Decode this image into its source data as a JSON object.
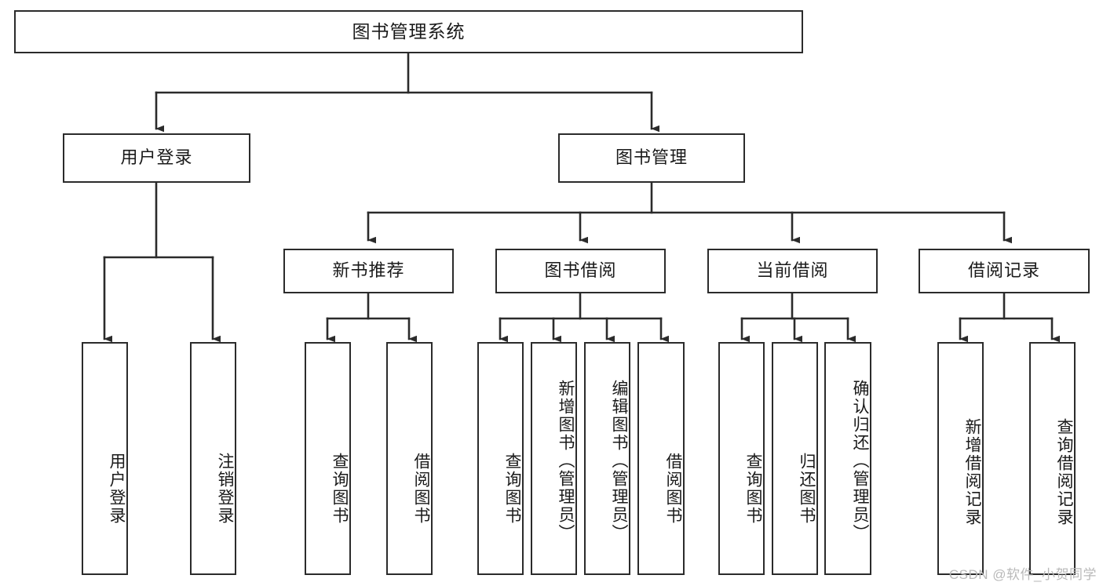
{
  "diagram": {
    "title": "图书管理系统",
    "type": "tree",
    "watermark": "CSDN @软件_小贺同学",
    "colors": {
      "box_border": "#2b2b2b",
      "box_fill": "#ffffff",
      "edge": "#2b2b2b",
      "text": "#1a1a1a",
      "watermark": "#b9b9b9"
    },
    "nodes": {
      "root": {
        "label": "图书管理系统"
      },
      "level2": [
        {
          "id": "user_login",
          "label": "用户登录"
        },
        {
          "id": "book_manage",
          "label": "图书管理"
        }
      ],
      "level3": [
        {
          "id": "new_book_rec",
          "label": "新书推荐"
        },
        {
          "id": "book_borrow",
          "label": "图书借阅"
        },
        {
          "id": "current_borrow",
          "label": "当前借阅"
        },
        {
          "id": "borrow_record",
          "label": "借阅记录"
        }
      ],
      "leaves": [
        {
          "id": "leaf_user_login",
          "label": "用户登录",
          "parent": "user_login"
        },
        {
          "id": "leaf_user_logout",
          "label": "注销登录",
          "parent": "user_login"
        },
        {
          "id": "leaf_query_book_1",
          "label": "查询图书",
          "parent": "new_book_rec"
        },
        {
          "id": "leaf_borrow_book_1",
          "label": "借阅图书",
          "parent": "new_book_rec"
        },
        {
          "id": "leaf_query_book_2",
          "label": "查询图书",
          "parent": "book_borrow"
        },
        {
          "id": "leaf_add_book",
          "label": "新增图书（管理员）",
          "parent": "book_borrow"
        },
        {
          "id": "leaf_edit_book",
          "label": "编辑图书（管理员）",
          "parent": "book_borrow"
        },
        {
          "id": "leaf_borrow_book_2",
          "label": "借阅图书",
          "parent": "book_borrow"
        },
        {
          "id": "leaf_query_book_3",
          "label": "查询图书",
          "parent": "current_borrow"
        },
        {
          "id": "leaf_return_book",
          "label": "归还图书",
          "parent": "current_borrow"
        },
        {
          "id": "leaf_confirm_return",
          "label": "确认归还（管理员）",
          "parent": "current_borrow"
        },
        {
          "id": "leaf_add_record",
          "label": "新增借阅记录",
          "parent": "borrow_record"
        },
        {
          "id": "leaf_query_record",
          "label": "查询借阅记录",
          "parent": "borrow_record"
        }
      ]
    }
  }
}
